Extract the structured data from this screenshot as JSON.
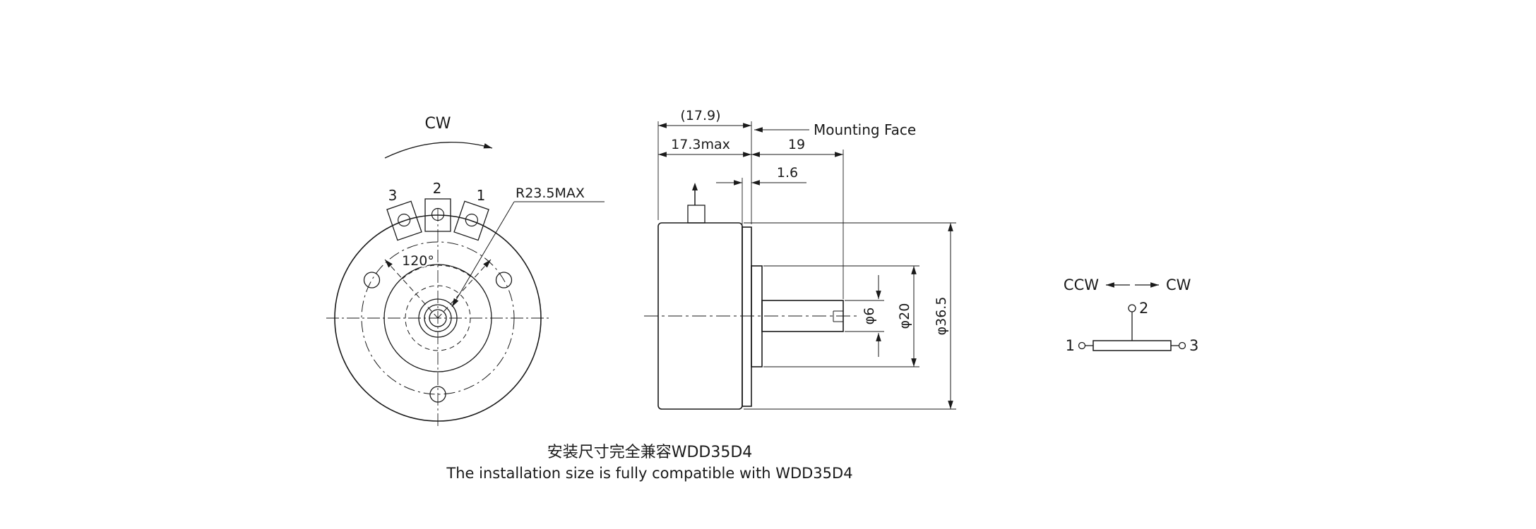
{
  "front_view": {
    "cw_label": "CW",
    "terminal_3": "3",
    "terminal_2": "2",
    "terminal_1": "1",
    "radius_max_label": "R23.5MAX",
    "angle_label": "120°"
  },
  "side_view": {
    "length_overall": "(17.9)",
    "mounting_face": "Mounting Face",
    "length_body_max": "17.3max",
    "shaft_length": "19",
    "flange_thickness": "1.6",
    "shaft_diameter": "φ6",
    "boss_diameter": "φ20",
    "body_diameter": "φ36.5"
  },
  "schematic": {
    "ccw_label": "CCW",
    "cw_label": "CW",
    "terminal_1": "1",
    "terminal_2": "2",
    "terminal_3": "3"
  },
  "caption": {
    "line1": "安装尺寸完全兼容WDD35D4",
    "line2": "The installation size is fully compatible with WDD35D4"
  },
  "colors": {
    "line": "#1a1a1a",
    "background": "#ffffff"
  }
}
